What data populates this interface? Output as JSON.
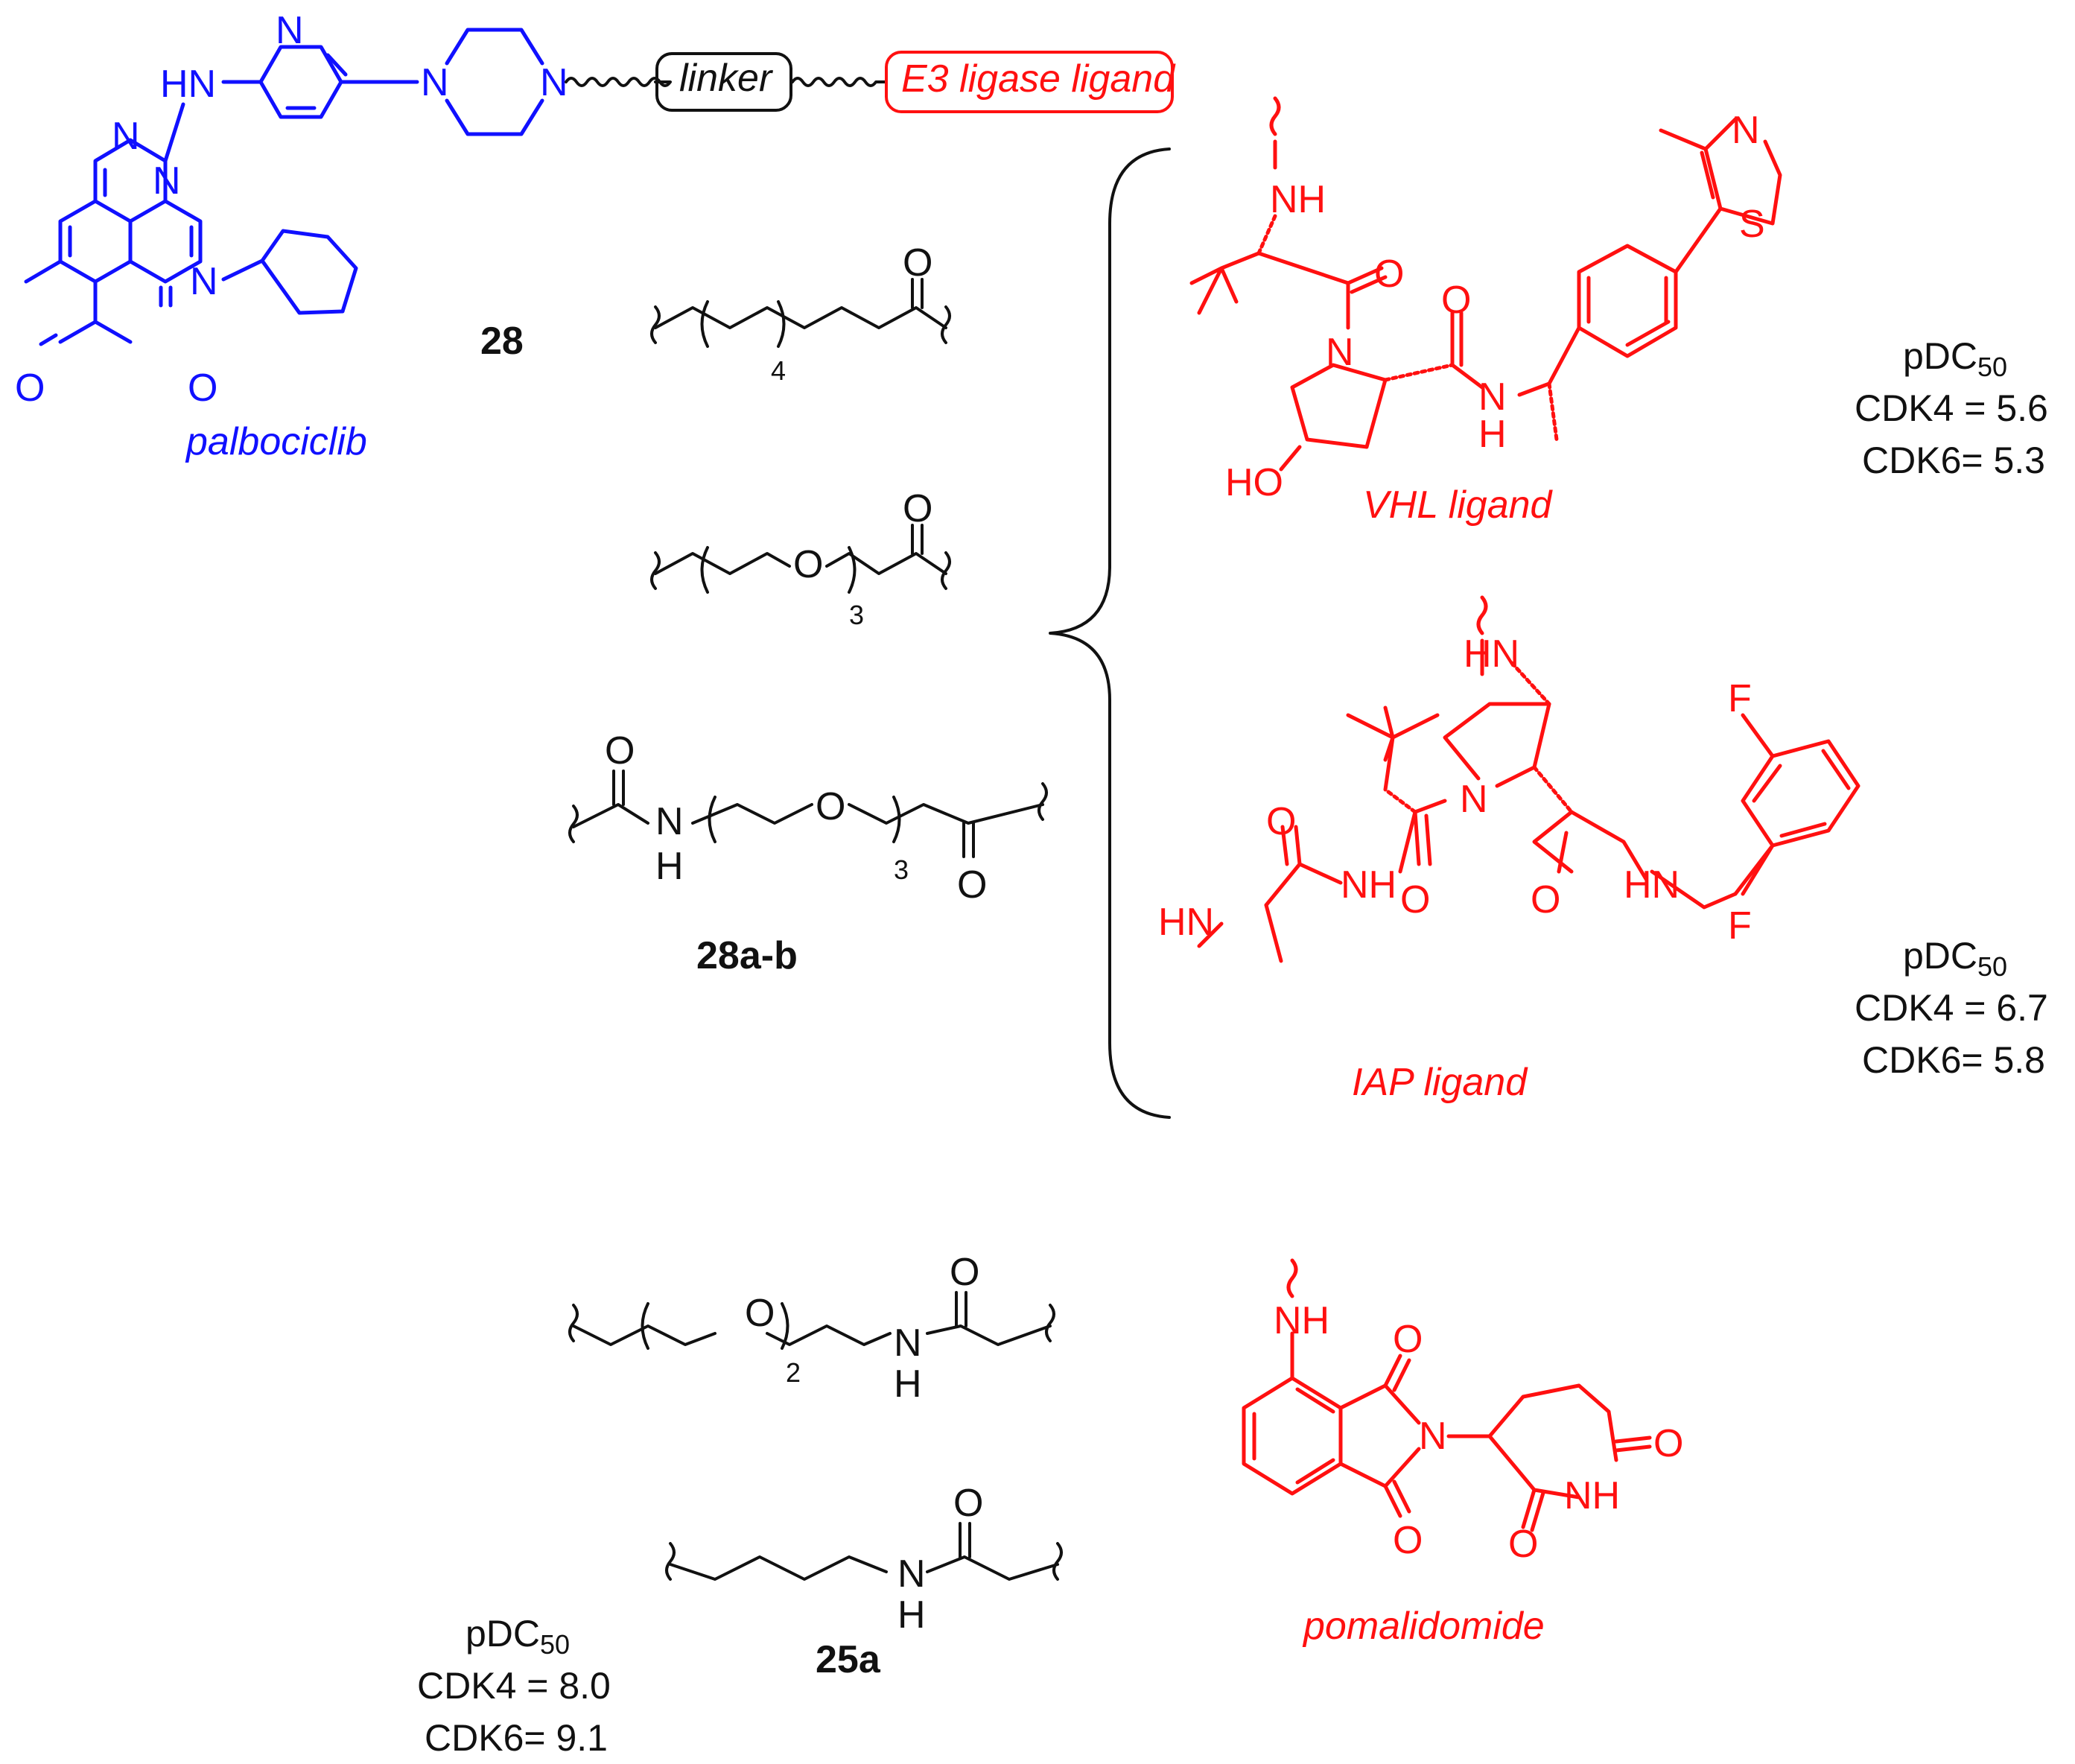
{
  "figure": {
    "top": {
      "linker_box": "linker",
      "e3_box": "E3 ligase ligand",
      "palbociclib_caption": "palbociclib",
      "compound_28": "28",
      "compound_28ab": "28a-b",
      "compound_25a": "25a"
    },
    "ligands": {
      "vhl_caption": "VHL ligand",
      "iap_caption": "IAP ligand",
      "pomalidomide_caption": "pomalidomide"
    },
    "atoms": {
      "N": "N",
      "HN": "HN",
      "NH": "NH",
      "O": "O",
      "S": "S",
      "F": "F",
      "HO": "HO",
      "H": "H"
    },
    "subscripts": {
      "n4": "4",
      "n3": "3",
      "n2": "2",
      "n50": "50"
    },
    "activity": {
      "vhl": {
        "title": "pDC",
        "cdk4": "CDK4 = 5.6",
        "cdk6": "CDK6= 5.3"
      },
      "iap": {
        "title": "pDC",
        "cdk4": "CDK4 = 6.7",
        "cdk6": "CDK6= 5.8"
      },
      "pom": {
        "title": "pDC",
        "cdk4": "CDK4 = 8.0",
        "cdk6": "CDK6= 9.1"
      }
    }
  }
}
